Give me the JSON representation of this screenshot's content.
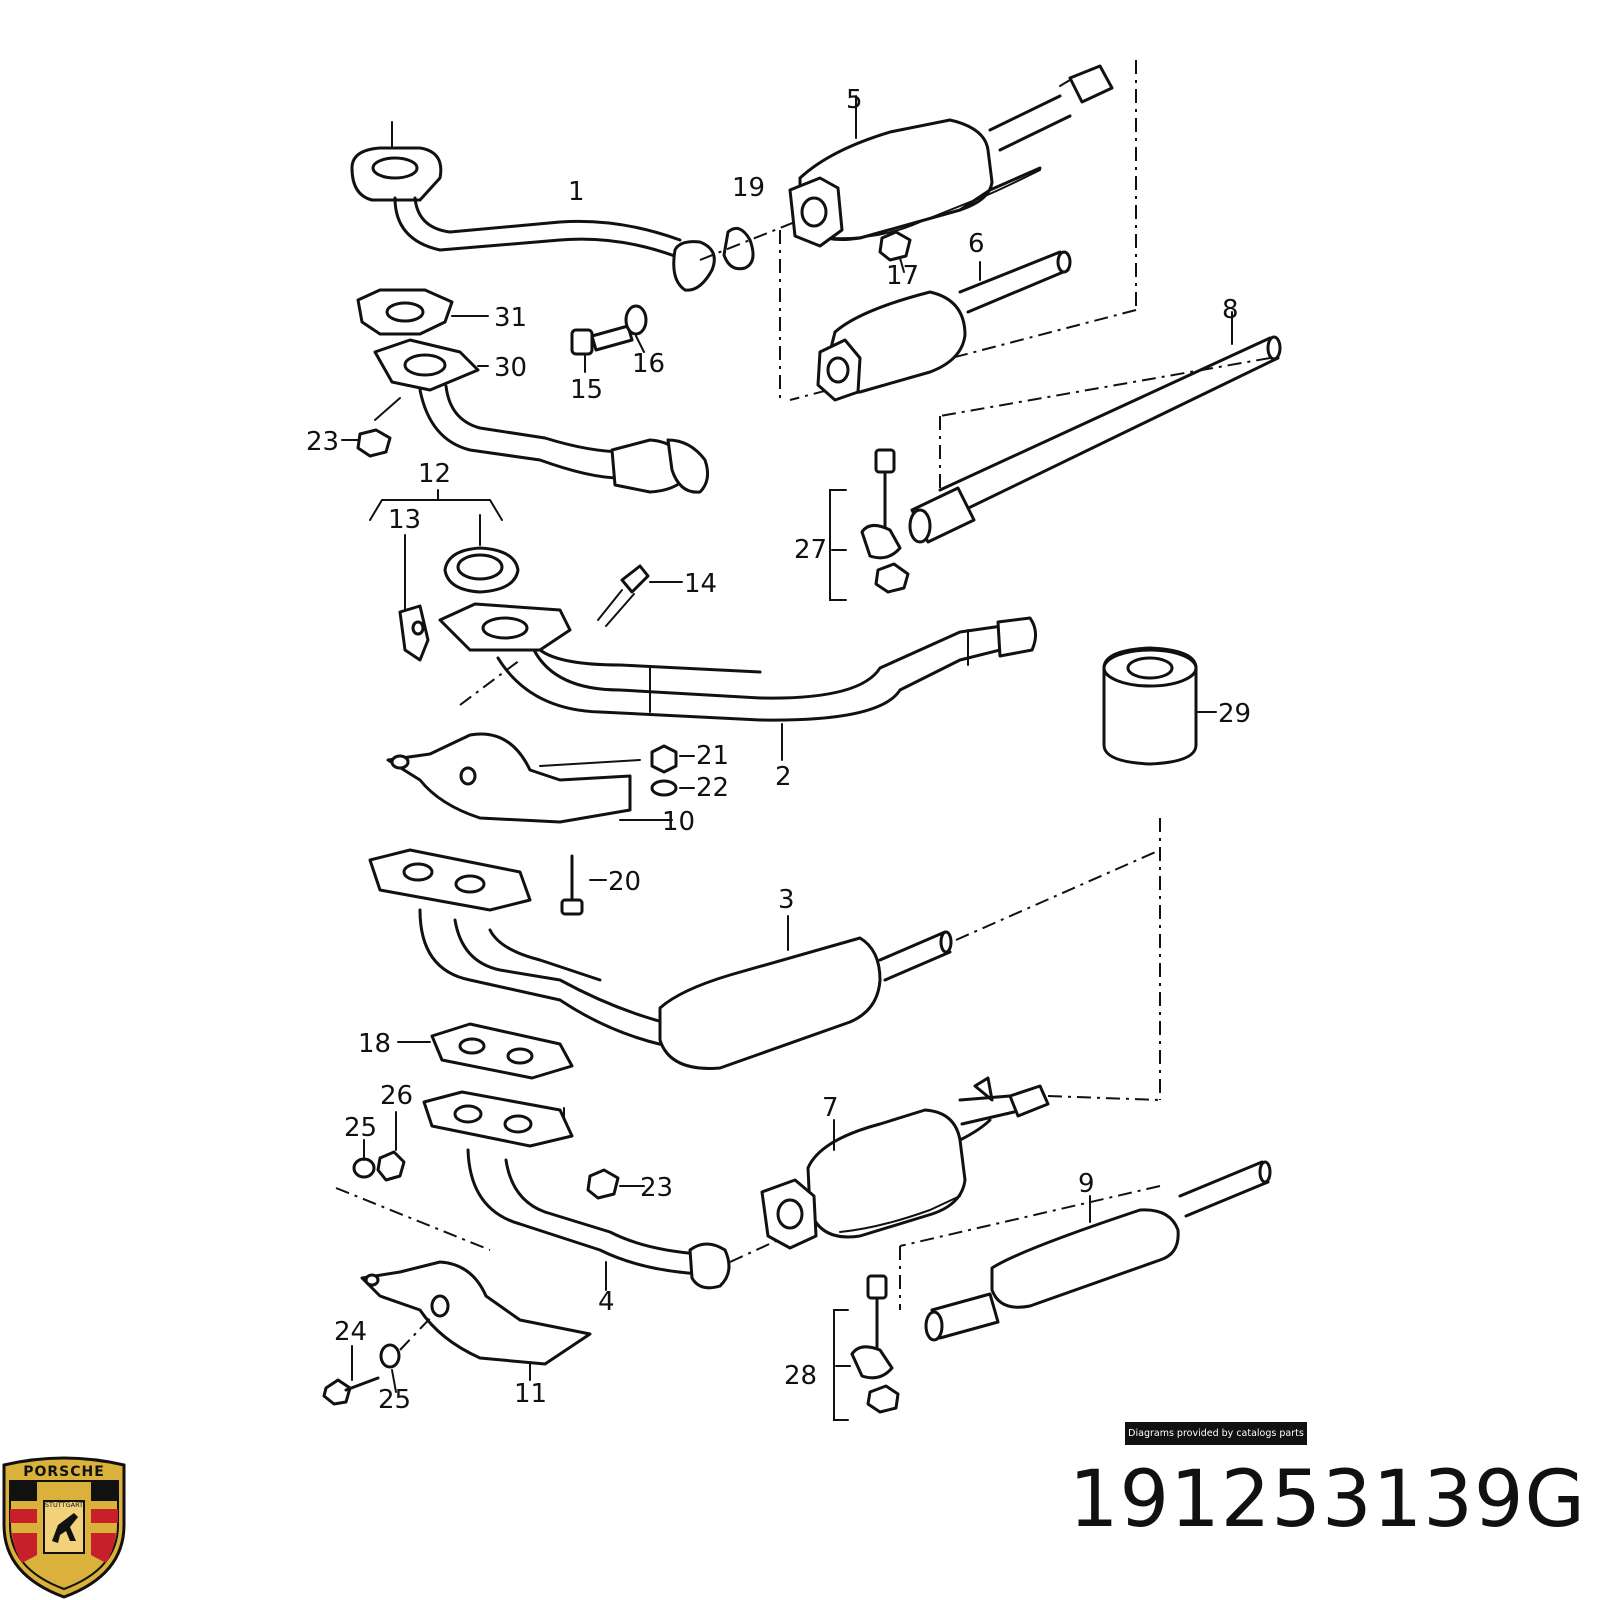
{
  "diagram": {
    "callouts": [
      {
        "id": "c1",
        "text": "1"
      },
      {
        "id": "c2",
        "text": "2"
      },
      {
        "id": "c3",
        "text": "3"
      },
      {
        "id": "c4",
        "text": "4"
      },
      {
        "id": "c5",
        "text": "5"
      },
      {
        "id": "c6",
        "text": "6"
      },
      {
        "id": "c7",
        "text": "7"
      },
      {
        "id": "c8",
        "text": "8"
      },
      {
        "id": "c9",
        "text": "9"
      },
      {
        "id": "c10",
        "text": "10"
      },
      {
        "id": "c11",
        "text": "11"
      },
      {
        "id": "c12",
        "text": "12"
      },
      {
        "id": "c13",
        "text": "13"
      },
      {
        "id": "c14",
        "text": "14"
      },
      {
        "id": "c15",
        "text": "15"
      },
      {
        "id": "c16",
        "text": "16"
      },
      {
        "id": "c17",
        "text": "17"
      },
      {
        "id": "c18",
        "text": "18"
      },
      {
        "id": "c19",
        "text": "19"
      },
      {
        "id": "c20",
        "text": "20"
      },
      {
        "id": "c21",
        "text": "21"
      },
      {
        "id": "c22",
        "text": "22"
      },
      {
        "id": "c23a",
        "text": "23"
      },
      {
        "id": "c23b",
        "text": "23"
      },
      {
        "id": "c24",
        "text": "24"
      },
      {
        "id": "c25a",
        "text": "25"
      },
      {
        "id": "c25b",
        "text": "25"
      },
      {
        "id": "c26",
        "text": "26"
      },
      {
        "id": "c27",
        "text": "27"
      },
      {
        "id": "c28",
        "text": "28"
      },
      {
        "id": "c29",
        "text": "29"
      },
      {
        "id": "c30",
        "text": "30"
      },
      {
        "id": "c31",
        "text": "31"
      }
    ]
  },
  "credit": "Diagrams provided by catalogs parts",
  "part_number": "191253139G",
  "logo": {
    "name": "porsche-crest-icon",
    "wordmark": "PORSCHE",
    "city": "STUTTGART",
    "colors": {
      "gold": "#d9b13b",
      "red": "#c8202a",
      "black": "#111111"
    }
  }
}
